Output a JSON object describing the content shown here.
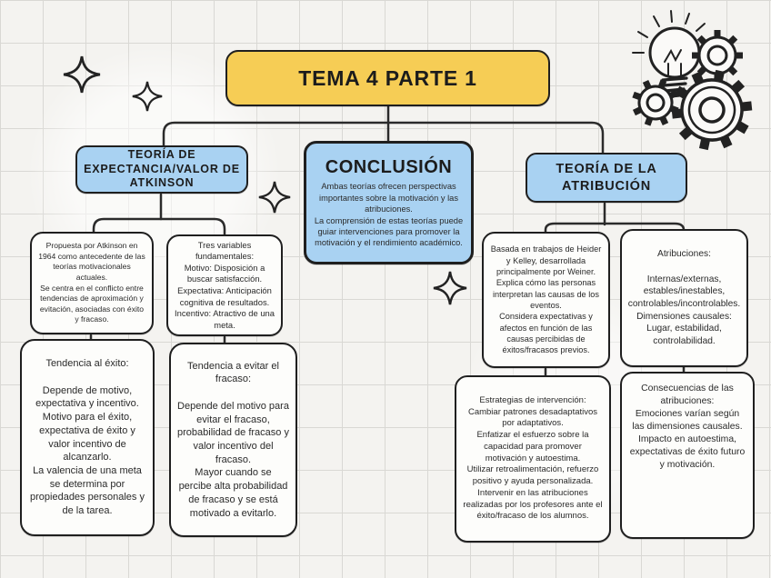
{
  "colors": {
    "title_fill": "#F6CD55",
    "header_fill": "#A9D2F2",
    "card_fill": "#FDFDFB",
    "ink": "#1F1F1F",
    "paper": "#F4F3F0",
    "grid_line": "#D9D8D4"
  },
  "title_node": {
    "label": "TEMA 4 PARTE 1"
  },
  "branches": {
    "expectancy": {
      "header": "TEORÍA DE EXPECTANCIA/VALOR DE ATKINSON",
      "overview": "Propuesta por Atkinson en 1964 como antecedente de las teorías motivacionales actuales.\nSe centra en el conflicto entre tendencias de aproximación y evitación, asociadas con éxito y fracaso.",
      "variables": "Tres variables fundamentales:\nMotivo: Disposición a buscar satisfacción.\nExpectativa: Anticipación cognitiva de resultados.\nIncentivo: Atractivo de una meta.",
      "success_tendency": "Tendencia al éxito:\n\nDepende de motivo, expectativa y incentivo.\nMotivo para el éxito, expectativa de éxito y valor incentivo de alcanzarlo.\nLa valencia de una meta se determina por propiedades personales y de la tarea.",
      "avoid_failure_tendency": "Tendencia a evitar el fracaso:\n\nDepende del motivo para evitar el fracaso, probabilidad de fracaso y valor incentivo del fracaso.\nMayor cuando se percibe alta probabilidad de fracaso y se está motivado a evitarlo."
    },
    "conclusion": {
      "header": "CONCLUSIÓN",
      "body": "Ambas teorías ofrecen perspectivas importantes sobre la motivación y las atribuciones.\nLa comprensión de estas teorías puede guiar intervenciones para promover la motivación y el rendimiento académico."
    },
    "attribution": {
      "header": "TEORÍA DE LA ATRIBUCIÓN",
      "overview": "Basada en trabajos de Heider y Kelley, desarrollada principalmente por Weiner.\nExplica cómo las personas interpretan las causas de los eventos.\nConsidera expectativas y afectos en función de las causas percibidas de éxitos/fracasos previos.",
      "attributions": "Atribuciones:\n\nInternas/externas, estables/inestables, controlables/incontrolables.\nDimensiones causales: Lugar, estabilidad, controlabilidad.",
      "intervention": "Estrategias de intervención:\nCambiar patrones desadaptativos por adaptativos.\nEnfatizar el esfuerzo sobre la capacidad para promover motivación y autoestima.\nUtilizar retroalimentación, refuerzo positivo y ayuda personalizada.\nIntervenir en las atribuciones realizadas por los profesores ante el éxito/fracaso de los alumnos.",
      "consequences": "Consecuencias de las atribuciones:\nEmociones varían según las dimensiones causales.\nImpacto en autoestima, expectativas de éxito futuro y motivación."
    }
  },
  "decorations": {
    "sparkle_count": 4,
    "doodles": [
      "lightbulb",
      "gear",
      "gear",
      "gear"
    ]
  }
}
